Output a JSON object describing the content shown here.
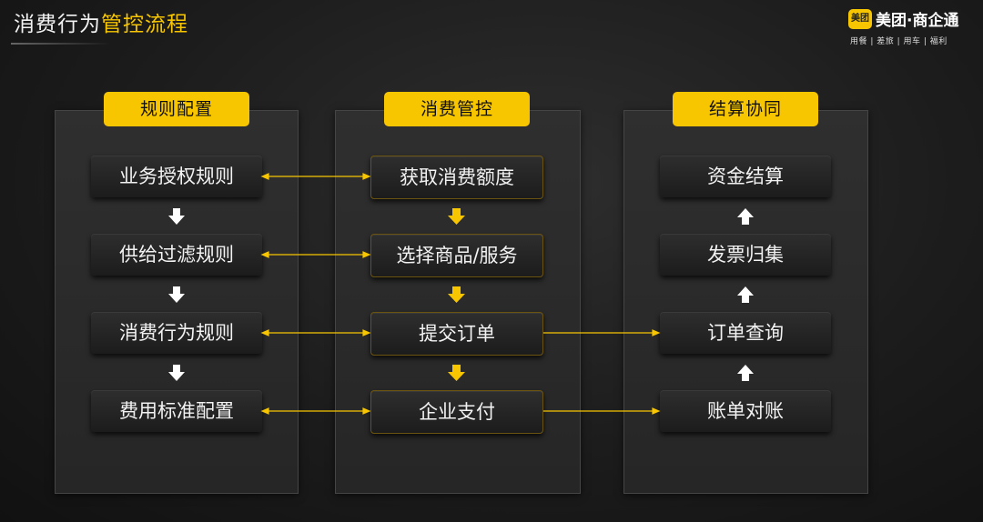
{
  "header": {
    "title_plain": "消费行为",
    "title_highlight": "管控流程"
  },
  "logo": {
    "badge": "美团",
    "name": "美团·商企通",
    "sub": "用餐 | 差旅 | 用车 | 福利"
  },
  "columns": [
    {
      "tag": "规则配置",
      "items": [
        "业务授权规则",
        "供给过滤规则",
        "消费行为规则",
        "费用标准配置"
      ]
    },
    {
      "tag": "消费管控",
      "items": [
        "获取消费额度",
        "选择商品/服务",
        "提交订单",
        "企业支付"
      ]
    },
    {
      "tag": "结算协同",
      "items": [
        "资金结算",
        "发票归集",
        "订单查询",
        "账单对账"
      ]
    }
  ],
  "colors": {
    "accent": "#f7c600",
    "arrow_white": "#ffffff"
  }
}
